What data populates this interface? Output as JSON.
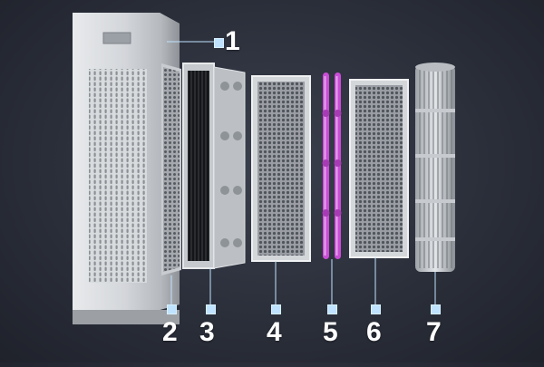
{
  "callouts": [
    {
      "id": "1",
      "label": "1"
    },
    {
      "id": "2",
      "label": "2"
    },
    {
      "id": "3",
      "label": "3"
    },
    {
      "id": "4",
      "label": "4"
    },
    {
      "id": "5",
      "label": "5"
    },
    {
      "id": "6",
      "label": "6"
    },
    {
      "id": "7",
      "label": "7"
    }
  ],
  "colors": {
    "background": "#2b2f3a",
    "uv_lamp": "#c94dd6",
    "marker": "#bfe3ff",
    "housing": "#d9dcdf"
  }
}
